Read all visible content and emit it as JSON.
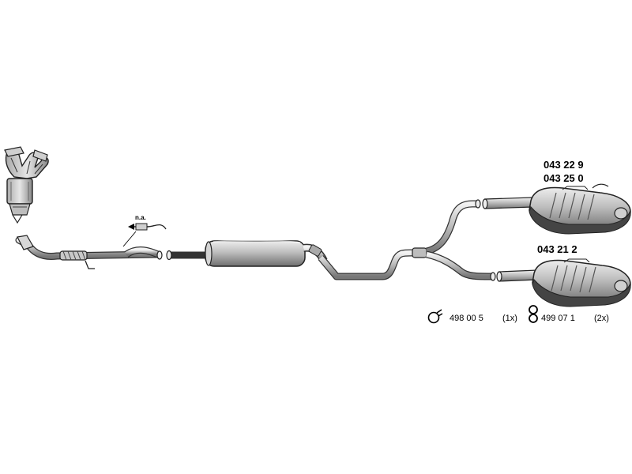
{
  "labels": {
    "rear_upper_part_1": "043 22 9",
    "rear_upper_part_2": "043 25 0",
    "rear_lower_part": "043 21 2",
    "sensor_note": "n.a."
  },
  "accessories": [
    {
      "part": "498 00 5",
      "qty": "(1x)",
      "icon": "clamp-icon"
    },
    {
      "part": "499 07 1",
      "qty": "(2x)",
      "icon": "rubber-hanger-icon"
    }
  ]
}
